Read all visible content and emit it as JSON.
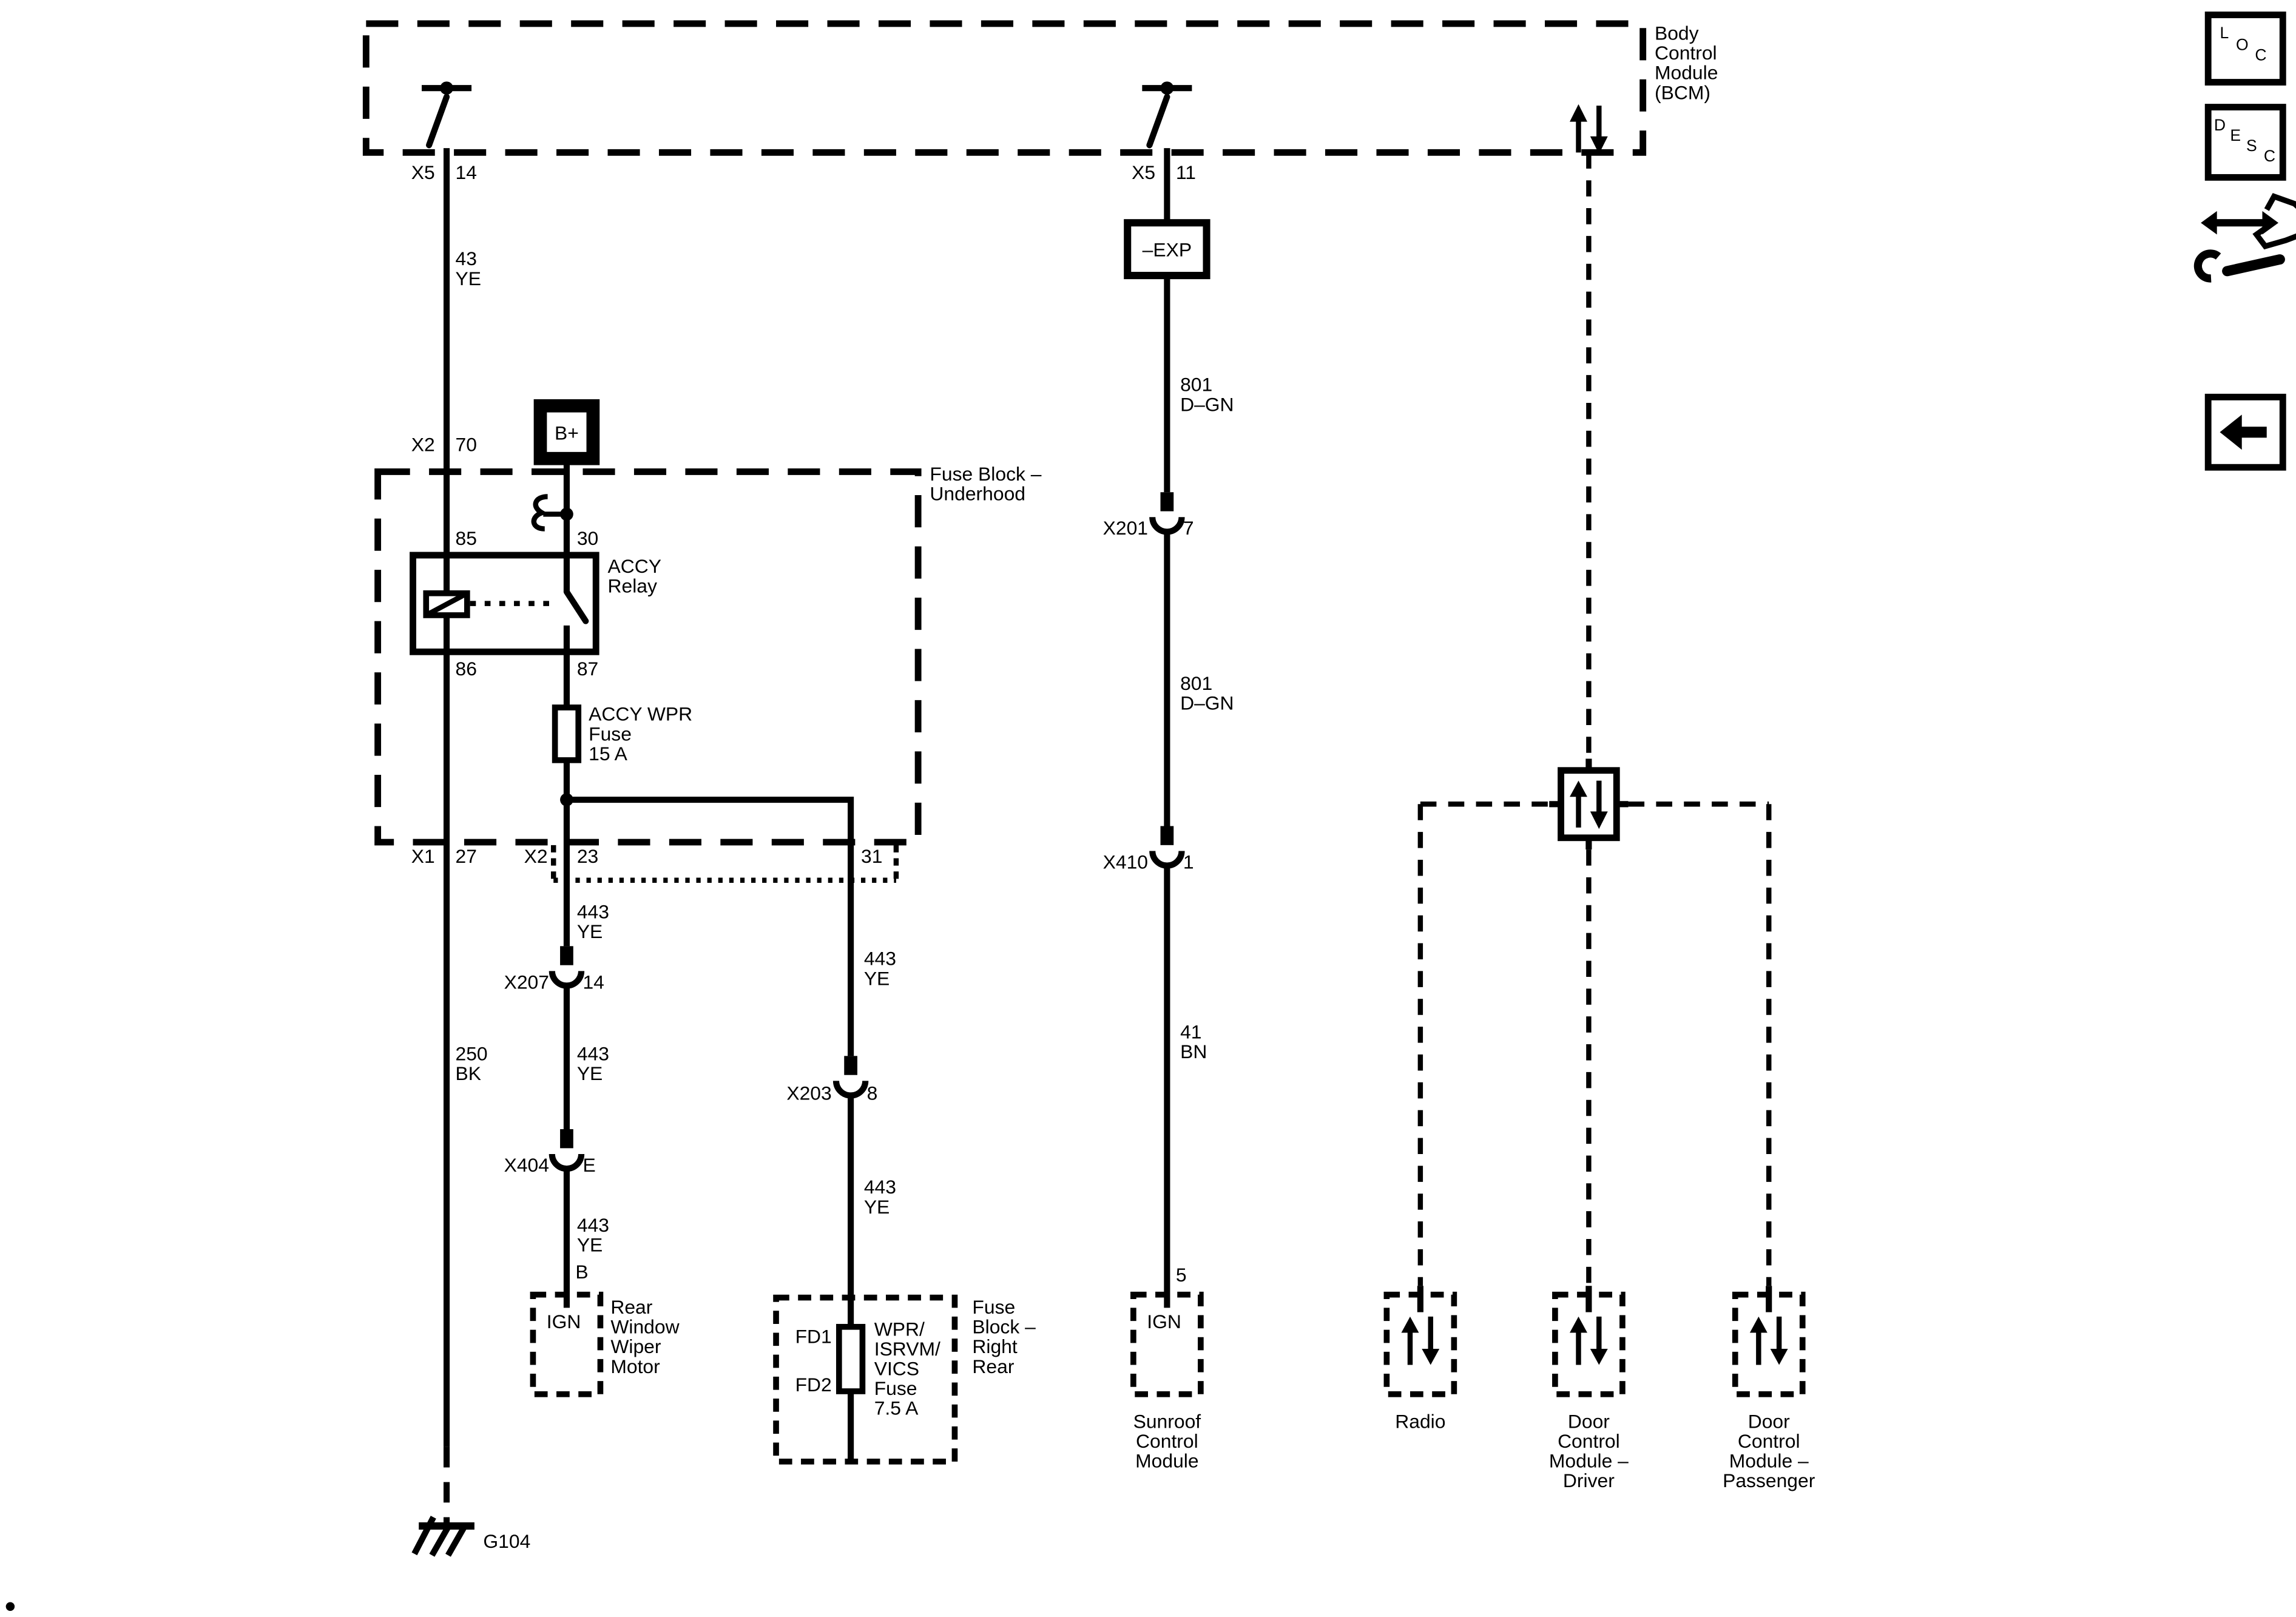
{
  "bcm": {
    "label_lines": [
      "Body",
      "Control",
      "Module",
      "(BCM)"
    ]
  },
  "fuse_block_underhood": {
    "label_lines": [
      "Fuse Block –",
      "Underhood"
    ]
  },
  "b_plus_label": "B+",
  "exp_label": "–EXP",
  "accy_relay": {
    "label_lines": [
      "ACCY",
      "Relay"
    ],
    "pin_85": "85",
    "pin_30": "30",
    "pin_86": "86",
    "pin_87": "87"
  },
  "accy_wpr_fuse": {
    "label_lines": [
      "ACCY WPR",
      "Fuse",
      "15 A"
    ]
  },
  "connectors": {
    "x5_left": {
      "name": "X5",
      "pin": "14"
    },
    "x5_right": {
      "name": "X5",
      "pin": "11"
    },
    "x2_top": {
      "name": "X2",
      "pin": "70"
    },
    "x1": {
      "name": "X1",
      "pin": "27"
    },
    "x2_bottom": {
      "name": "X2",
      "pin": "23"
    },
    "pin_31": "31",
    "x207": {
      "name": "X207",
      "pin": "14"
    },
    "x404": {
      "name": "X404",
      "pin": "E"
    },
    "x203": {
      "name": "X203",
      "pin": "8"
    },
    "x201": {
      "name": "X201",
      "pin": "7"
    },
    "x410": {
      "name": "X410",
      "pin": "1"
    },
    "sunroof_pin": "5",
    "wiper_pin_b": "B"
  },
  "wires": {
    "w43": [
      "43",
      "YE"
    ],
    "w443": [
      "443",
      "YE"
    ],
    "w250": [
      "250",
      "BK"
    ],
    "w801": [
      "801",
      "D–GN"
    ],
    "w41": [
      "41",
      "BN"
    ]
  },
  "rear_wiper_motor": {
    "terminal": "IGN",
    "label_lines": [
      "Rear",
      "Window",
      "Wiper",
      "Motor"
    ]
  },
  "fuse_block_right_rear": {
    "fd1": "FD1",
    "fd2": "FD2",
    "fuse_label_lines": [
      "WPR/",
      "ISRVM/",
      "VICS",
      "Fuse",
      "7.5 A"
    ],
    "label_lines": [
      "Fuse",
      "Block –",
      "Right",
      "Rear"
    ]
  },
  "sunroof_module": {
    "terminal": "IGN",
    "label_lines": [
      "Sunroof",
      "Control",
      "Module"
    ]
  },
  "radio": {
    "label_lines": [
      "Radio"
    ]
  },
  "dcm_driver": {
    "label_lines": [
      "Door",
      "Control",
      "Module –",
      "Driver"
    ]
  },
  "dcm_passenger": {
    "label_lines": [
      "Door",
      "Control",
      "Module –",
      "Passenger"
    ]
  },
  "ground": {
    "label": "G104"
  },
  "toolbar": {
    "loc_letters": [
      "L",
      "O",
      "C"
    ],
    "desc_letters": [
      "D",
      "E",
      "S",
      "C"
    ]
  },
  "colors": {
    "ink": "#000000",
    "background": "#ffffff"
  }
}
